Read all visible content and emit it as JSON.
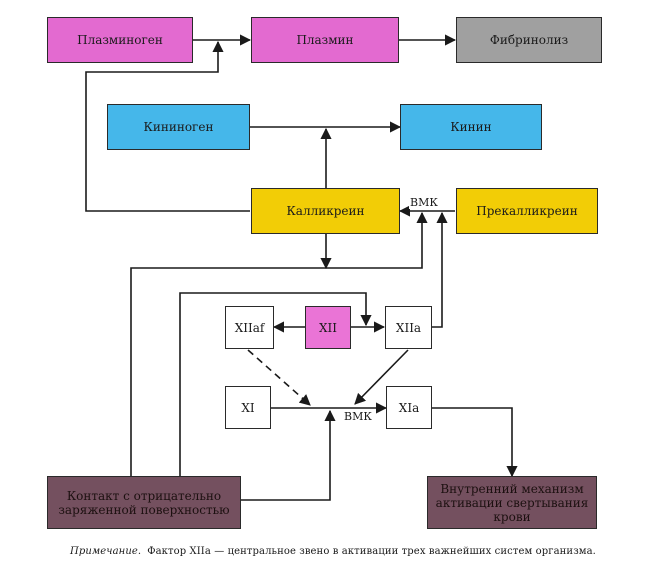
{
  "nodes": {
    "plasminogen": "Плазминоген",
    "plasmin": "Плазмин",
    "fibrinolysis": "Фибринолиз",
    "kininogen": "Кининоген",
    "kinin": "Кинин",
    "kallikrein": "Калликреин",
    "prekallikrein": "Прекалликреин",
    "xiiaf": "XIIaf",
    "xii": "XII",
    "xiia": "XIIa",
    "xi": "XI",
    "xia": "XIa",
    "contact": "Контакт с отрицательно заряженной поверхностью",
    "intrinsic": "Внутренний механизм активации свертывания крови"
  },
  "labels": {
    "hmk_top": "ВМК",
    "hmk_bottom": "ВМК"
  },
  "note": {
    "prefix": "Примечание.",
    "text": "Фактор XIIa — центральное звено в активации трех важнейших систем организма."
  },
  "colors": {
    "pink": "#e36ad0",
    "gray": "#a0a0a0",
    "blue": "#45b7ea",
    "yellow": "#f2cd06",
    "brown": "#74505f"
  }
}
